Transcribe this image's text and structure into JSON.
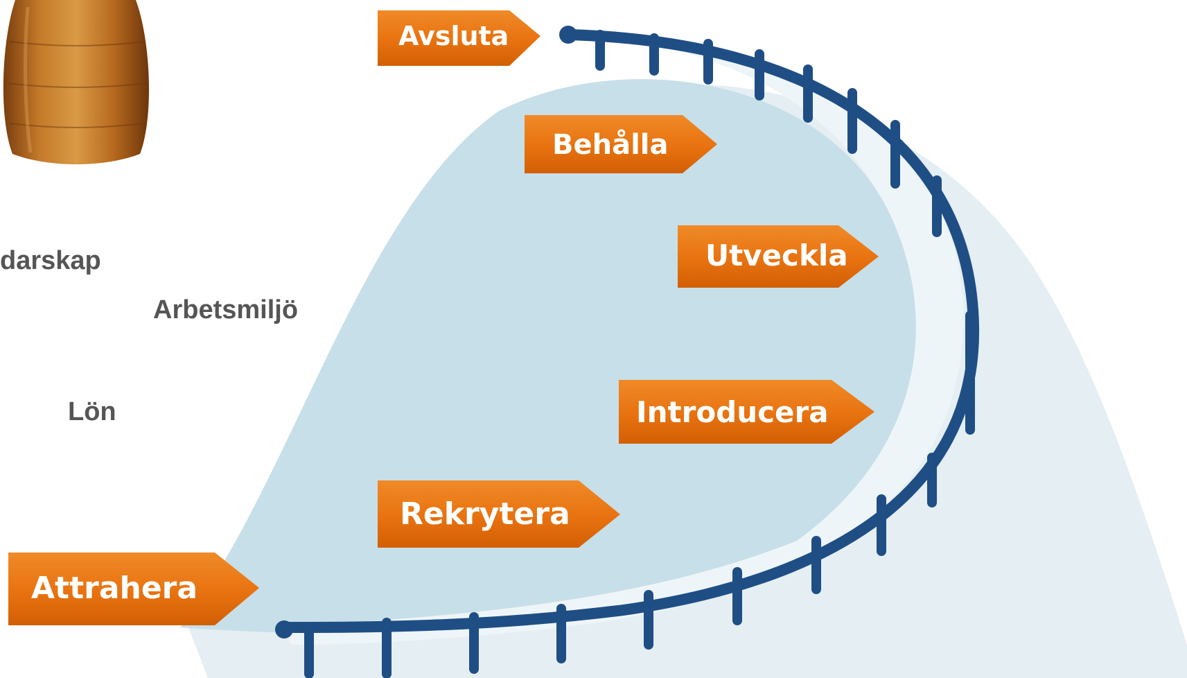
{
  "side_labels": {
    "ledarskap": "darskap",
    "arbetsmiljo": "Arbetsmiljö",
    "lon": "Lön"
  },
  "stages": [
    {
      "key": "attrahera",
      "label": "Attrahera"
    },
    {
      "key": "rekrytera",
      "label": "Rekrytera"
    },
    {
      "key": "introducera",
      "label": "Introducera"
    },
    {
      "key": "utveckla",
      "label": "Utveckla"
    },
    {
      "key": "behalla",
      "label": "Behålla"
    },
    {
      "key": "avsluta",
      "label": "Avsluta"
    }
  ],
  "colors": {
    "arrow_fill": "#e8720f",
    "arrow_shade": "#c95a06",
    "rail": "#1f4e85",
    "inner_blob": "#c6dfe8",
    "outer_blob": "#e3edf2",
    "label_text": "#555555",
    "barrel": "#b06a22"
  },
  "icons": [
    "barrel-icon"
  ]
}
